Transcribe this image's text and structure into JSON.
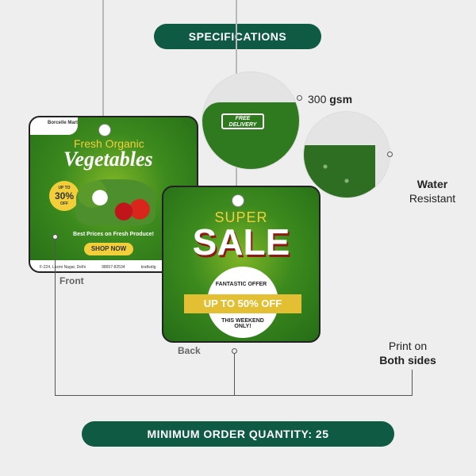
{
  "header": {
    "title": "SPECIFICATIONS"
  },
  "footer": {
    "text": "MINIMUM ORDER QUANTITY: 25"
  },
  "front": {
    "label": "Front",
    "brand": "Borcelle Mart",
    "headline1": "Fresh Organic",
    "headline2": "Vegetables",
    "badge_top": "UP TO",
    "badge_value": "30%",
    "badge_bottom": "OFF",
    "tagline": "Best Prices on Fresh Produce!",
    "cta": "SHOP NOW",
    "address": "F-224, Laxmi Nagar, Delhi",
    "phone": "98657-82534",
    "web": "kraftsdig"
  },
  "back": {
    "label": "Back",
    "super": "SUPER",
    "sale": "SALE",
    "offer": "FANTASTIC OFFER",
    "ribbon": "UP TO 50% OFF",
    "weekend": "THIS WEEKEND ONLY!"
  },
  "zoom_detail": {
    "truck_text": "FREE DELIVERY"
  },
  "specs": {
    "gsm_value": "300",
    "gsm_unit": "gsm",
    "water_1": "Water",
    "water_2": "Resistant",
    "print_1": "Print on",
    "print_2": "Both sides"
  },
  "colors": {
    "brand_green": "#0f5a42",
    "tag_green": "#3c8a1e",
    "accent_yellow": "#f2cf3a",
    "background": "#eeeeee"
  }
}
